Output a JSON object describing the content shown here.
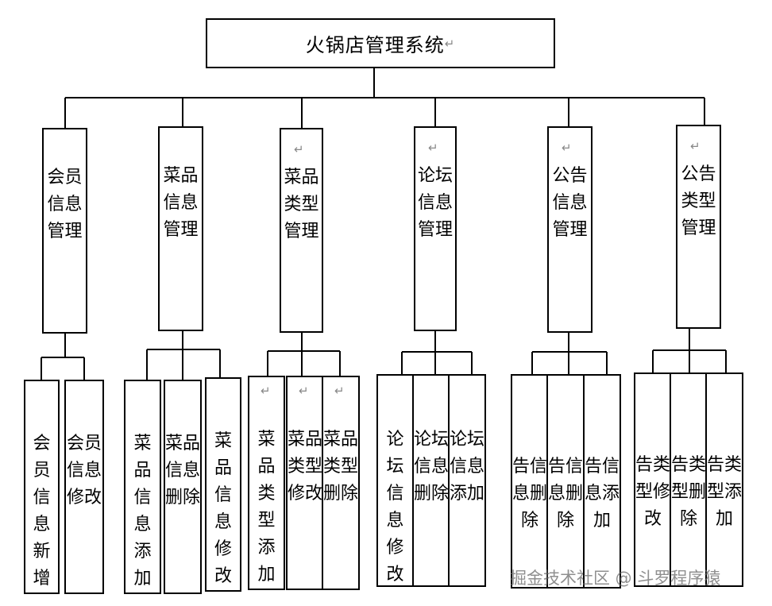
{
  "root": {
    "title": "火锅店管理系统",
    "return_mark": "↵"
  },
  "modules": [
    {
      "label": "会员信息管理",
      "children": [
        "会员信息新增",
        "会员信息修改"
      ]
    },
    {
      "label": "菜品信息管理",
      "children": [
        "菜品信息添加",
        "菜品信息删除",
        "菜品信息修改"
      ]
    },
    {
      "label": "菜品类型管理",
      "children": [
        "菜品类型添加",
        "菜品类型修改",
        "菜品类型删除"
      ]
    },
    {
      "label": "论坛信息管理",
      "children": [
        "论坛信息修改",
        "论坛信息删除",
        "论坛信息添加"
      ]
    },
    {
      "label": "公告信息管理",
      "children": [
        "告信息删除",
        "告信息删除",
        "告信息添加"
      ]
    },
    {
      "label": "公告类型管理",
      "children": [
        "告类型修改",
        "告类型删除",
        "告类型添加"
      ]
    }
  ],
  "return_mark": "↵",
  "watermark": "掘金技术社区 @ 斗罗程序猿",
  "colors": {
    "line": "#000000",
    "background": "#ffffff",
    "mark": "#888888",
    "watermark": "#6a6a6a"
  }
}
